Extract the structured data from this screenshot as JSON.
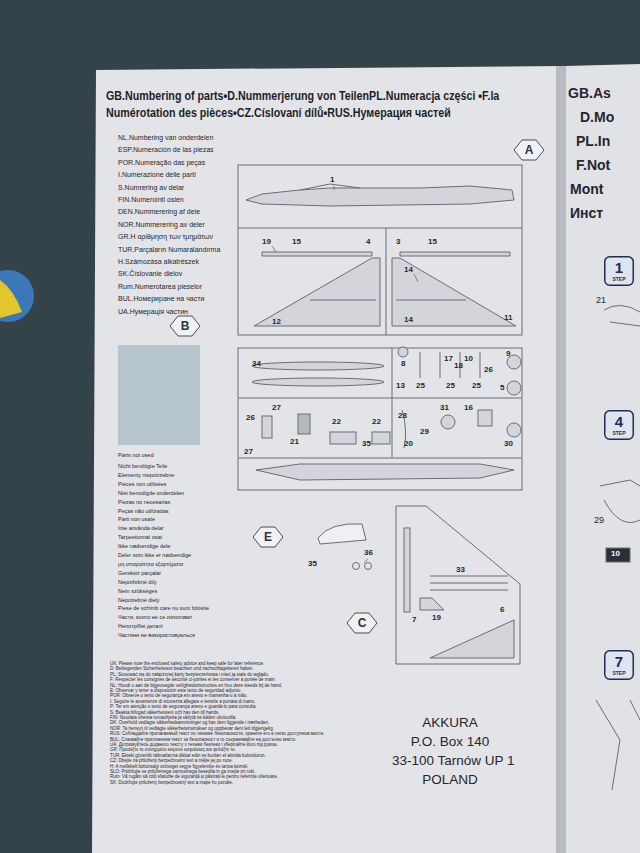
{
  "diagram": {
    "title": "GB.Numbering of parts•D.Nummerjerung von TeilenPL.Numeracja części •F.la Numérotation des pièces•CZ.Císlovaní dílů•RUS.Нумерация частей",
    "nodes": [
      {
        "text": [
          "A"
        ]
      },
      {
        "text": [
          "B"
        ]
      },
      {
        "text": [
          "E"
        ]
      },
      {
        "text": [
          "C"
        ]
      },
      {
        "text": [
          "1",
          "STEP"
        ]
      },
      {
        "text": [
          "4",
          "STEP"
        ]
      },
      {
        "text": [
          "7",
          "STEP"
        ]
      }
    ],
    "labels": [
      "NL.Numbering van onderdelen",
      "ESP.Numeración de las piezas",
      "POR.Numeração das peças",
      "I.Numerazione delle parti",
      "S.Numrering av delar",
      "FIN.Numerointi osien",
      "DEN.Nummerering af dele",
      "NOR.Nummerering av deler",
      "GR.Η αρίθμηση των τμημάτων",
      "TUR.Parçaların Numaralandırma",
      "H.Számozása alkatrészek",
      "SK.Číslovanie dielov",
      "Rum.Numerotarea pieselor",
      "BUL.Номериране на части",
      "UA.Нумерація частин",
      "Nicht benötigte Teile",
      "Elementy niepotrzebne",
      "Pièces non utilisées",
      "Niet benodigde onderdelen",
      "Piezas no necesarias",
      "Peças não utilizadas",
      "Parti non usate",
      "Inte använda delar",
      "Tarpeettomat osat",
      "Ikke nødvendige dele",
      "Deler som ikke er nødvendige",
      "μη απαραίτητα εξαρτήματα",
      "Gereksiz parçalar",
      "Nepotřebné díly",
      "Nem szükséges",
      "Nepotrebné diely",
      "Piese de schimb care nu sunt folosite",
      "Части, които не се използват",
      "Непотрібні деталі",
      "Частини не використовуються",
      "1",
      "19",
      "15",
      "4",
      "12",
      "3",
      "15",
      "14",
      "14",
      "11",
      "34",
      "8",
      "17",
      "18",
      "10",
      "26",
      "9",
      "13",
      "25",
      "25",
      "25",
      "5",
      "27",
      "26",
      "21",
      "22",
      "22",
      "28",
      "29",
      "31",
      "16",
      "35",
      "20",
      "30",
      "27",
      "35",
      "36",
      "33",
      "7",
      "19",
      "6",
      "UK: Please note the enclosed safety advice and keep safe for later reference.",
      "D: Beiliegenden Sicherheitstext beachten und nachschlagebereit halten.",
      "PL: Stosować się do załączonej karty bezpieczeństwa i mieć ją stale do wglądu.",
      "F: Respecter les consignes de sécurité ci-jointes et les conserver à portée de main.",
      "NL: Houdt u aan de bijgevoegde veiligheidsinstructies en hou deze steeds bij de hand.",
      "E: Observar y tener a disposición este texto de seguridad adjunto.",
      "POR: Observe o texto de segurança em anexo e mantenha-o à mão.",
      "I: Seguire le avvertenze di sicurezza allegate e tenerle a portata di mano.",
      "P: Ter em atenção o texto de segurança anexo e guardá-lo para consulta.",
      "S: Beakta bifogad säkerhetstext och hav den till hands.",
      "FIN: Noudata oheisia turvaohjeita ja säilytä ne käden ulottuvilla.",
      "DK: Overhold vedlagte sikkerhedsanvisninger og hav dem liggende i nærheden.",
      "NOR: Ta hensyn til vedlagte sikkerhetsinstrukser og oppbevar dem lett tilgjengelig.",
      "RUS: Соблюдайте прилагаемый текст по технике безопасности, храните его в легко доступном месте.",
      "BUL: Спазвайте приложения текст за безопасност и го съхранявайте на достъпно място.",
      "UA: Дотримуйтесь доданого тексту з техніки безпеки і зберігайте його під рукою.",
      "GR: Προσέξτε το συνημμένο κείμενο ασφαλείας και φυλάξτε το.",
      "TUR: Ekteki güvenlik talimatlarına dikkat edin ve bunları el altında bulundurun.",
      "CZ: Dbejte na přiložený bezpečnostní text a mějte jej po ruce.",
      "H: A mellékelt biztonsági szöveget vegye figyelembe és tartsa kéznél.",
      "SLO: Pridržujte se priloženega varnostnega besedila in ga imejte pri roki.",
      "Rum: Vă rugăm să citiți sfaturile de siguranță și păstrați-le pentru referințe ulterioare.",
      "SK: Dodržujte priložený bezpečnostný text a majte ho poruke.",
      "AKKURA",
      "P.O. Box 140",
      "33-100 Tarnów UP 1",
      "POLAND",
      "GB.As",
      "D.Mo",
      "PL.In",
      "F.Not",
      "Mont",
      "Инст",
      "21",
      "29",
      "10"
    ],
    "legend": [
      {
        "text": "Parts not used",
        "color": "#b7c5cf"
      }
    ]
  }
}
